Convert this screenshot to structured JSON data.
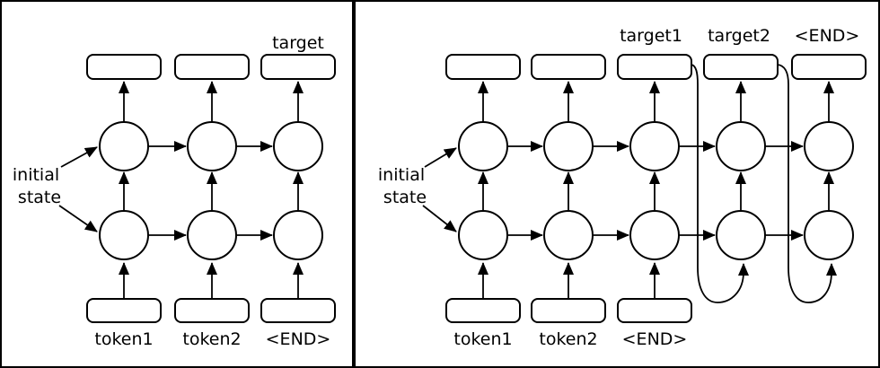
{
  "colors": {
    "background": "#ffffff",
    "stroke": "#000000",
    "text": "#000000"
  },
  "left_panel": {
    "initial_state": {
      "line1": "initial",
      "line2": "state"
    },
    "target_label": "target",
    "input_labels": [
      "token1",
      "token2",
      "<END>"
    ]
  },
  "right_panel": {
    "initial_state": {
      "line1": "initial",
      "line2": "state"
    },
    "output_labels": [
      "target1",
      "target2",
      "<END>"
    ],
    "input_labels": [
      "token1",
      "token2",
      "<END>"
    ]
  }
}
